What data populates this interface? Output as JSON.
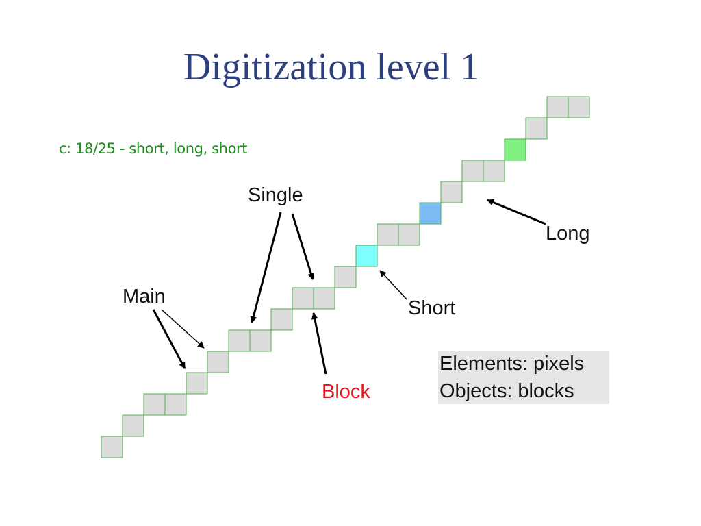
{
  "slide": {
    "title": "Digitization level 1",
    "subtitle": "c: 18/25 - short, long, short"
  },
  "labels": {
    "single": "Single",
    "main": "Main",
    "long": "Long",
    "short": "Short",
    "block": "Block"
  },
  "legend": {
    "elements": "Elements: pixels",
    "objects": "Objects: blocks"
  },
  "colors": {
    "title": "#2e3f7e",
    "subtitle": "#1a8f1a",
    "pixel_fill": "#dcdcdc",
    "pixel_stroke": "#4caf50",
    "block_highlight": "#7fffff",
    "short_highlight": "#7bbcf5",
    "long_highlight": "#80f080",
    "block_label": "#e8131b"
  }
}
